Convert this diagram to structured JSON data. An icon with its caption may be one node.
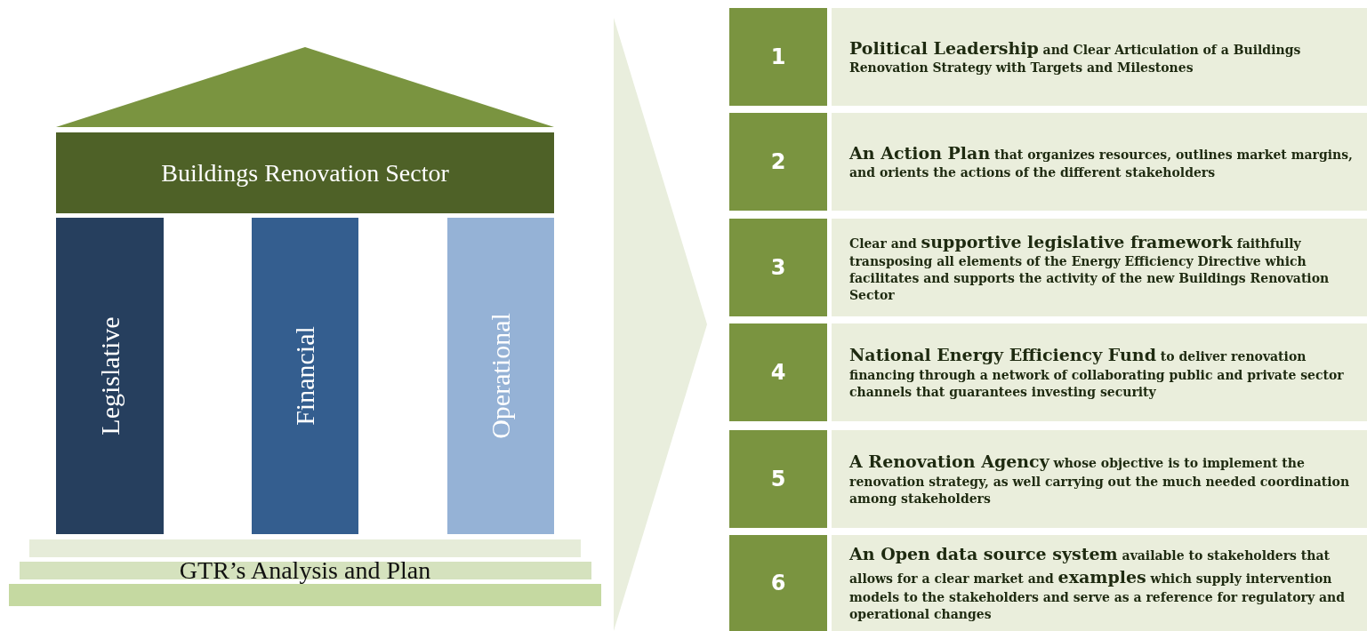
{
  "diagram": {
    "nodes": [
      {
        "text": [
          "Buildings Renovation Sector"
        ]
      },
      {
        "text": [
          "Legislative"
        ]
      },
      {
        "text": [
          "Financial"
        ]
      },
      {
        "text": [
          "Operational"
        ]
      },
      {
        "text": [
          "GTR’s Analysis and Plan"
        ]
      },
      {
        "text": [
          "1"
        ]
      },
      {
        "text": [
          "**Political Leadership** and Clear Articulation of a Buildings Renovation Strategy with Targets and Milestones"
        ]
      },
      {
        "text": [
          "2"
        ]
      },
      {
        "text": [
          "**An Action Plan** that organizes resources, outlines market margins, and orients the actions of the different stakeholders"
        ]
      },
      {
        "text": [
          "3"
        ]
      },
      {
        "text": [
          "Clear and **supportive legislative framework** faithfully transposing all elements of the Energy Efficiency Directive which facilitates and supports the activity of the new Buildings Renovation Sector"
        ]
      },
      {
        "text": [
          "4"
        ]
      },
      {
        "text": [
          "**National Energy Efficiency Fund** to deliver renovation financing through a network of collaborating public and private sector channels that guarantees investing security"
        ]
      },
      {
        "text": [
          "5"
        ]
      },
      {
        "text": [
          "**A Renovation Agency** whose objective is to implement the renovation strategy, as well carrying out the much needed coordination among stakeholders"
        ]
      },
      {
        "text": [
          "6"
        ]
      },
      {
        "text": [
          "**An Open data source system** available to stakeholders that allows for a clear market and **examples** which supply intervention models to the stakeholders and serve as a reference for regulatory and operational changes"
        ]
      }
    ],
    "edges": []
  }
}
